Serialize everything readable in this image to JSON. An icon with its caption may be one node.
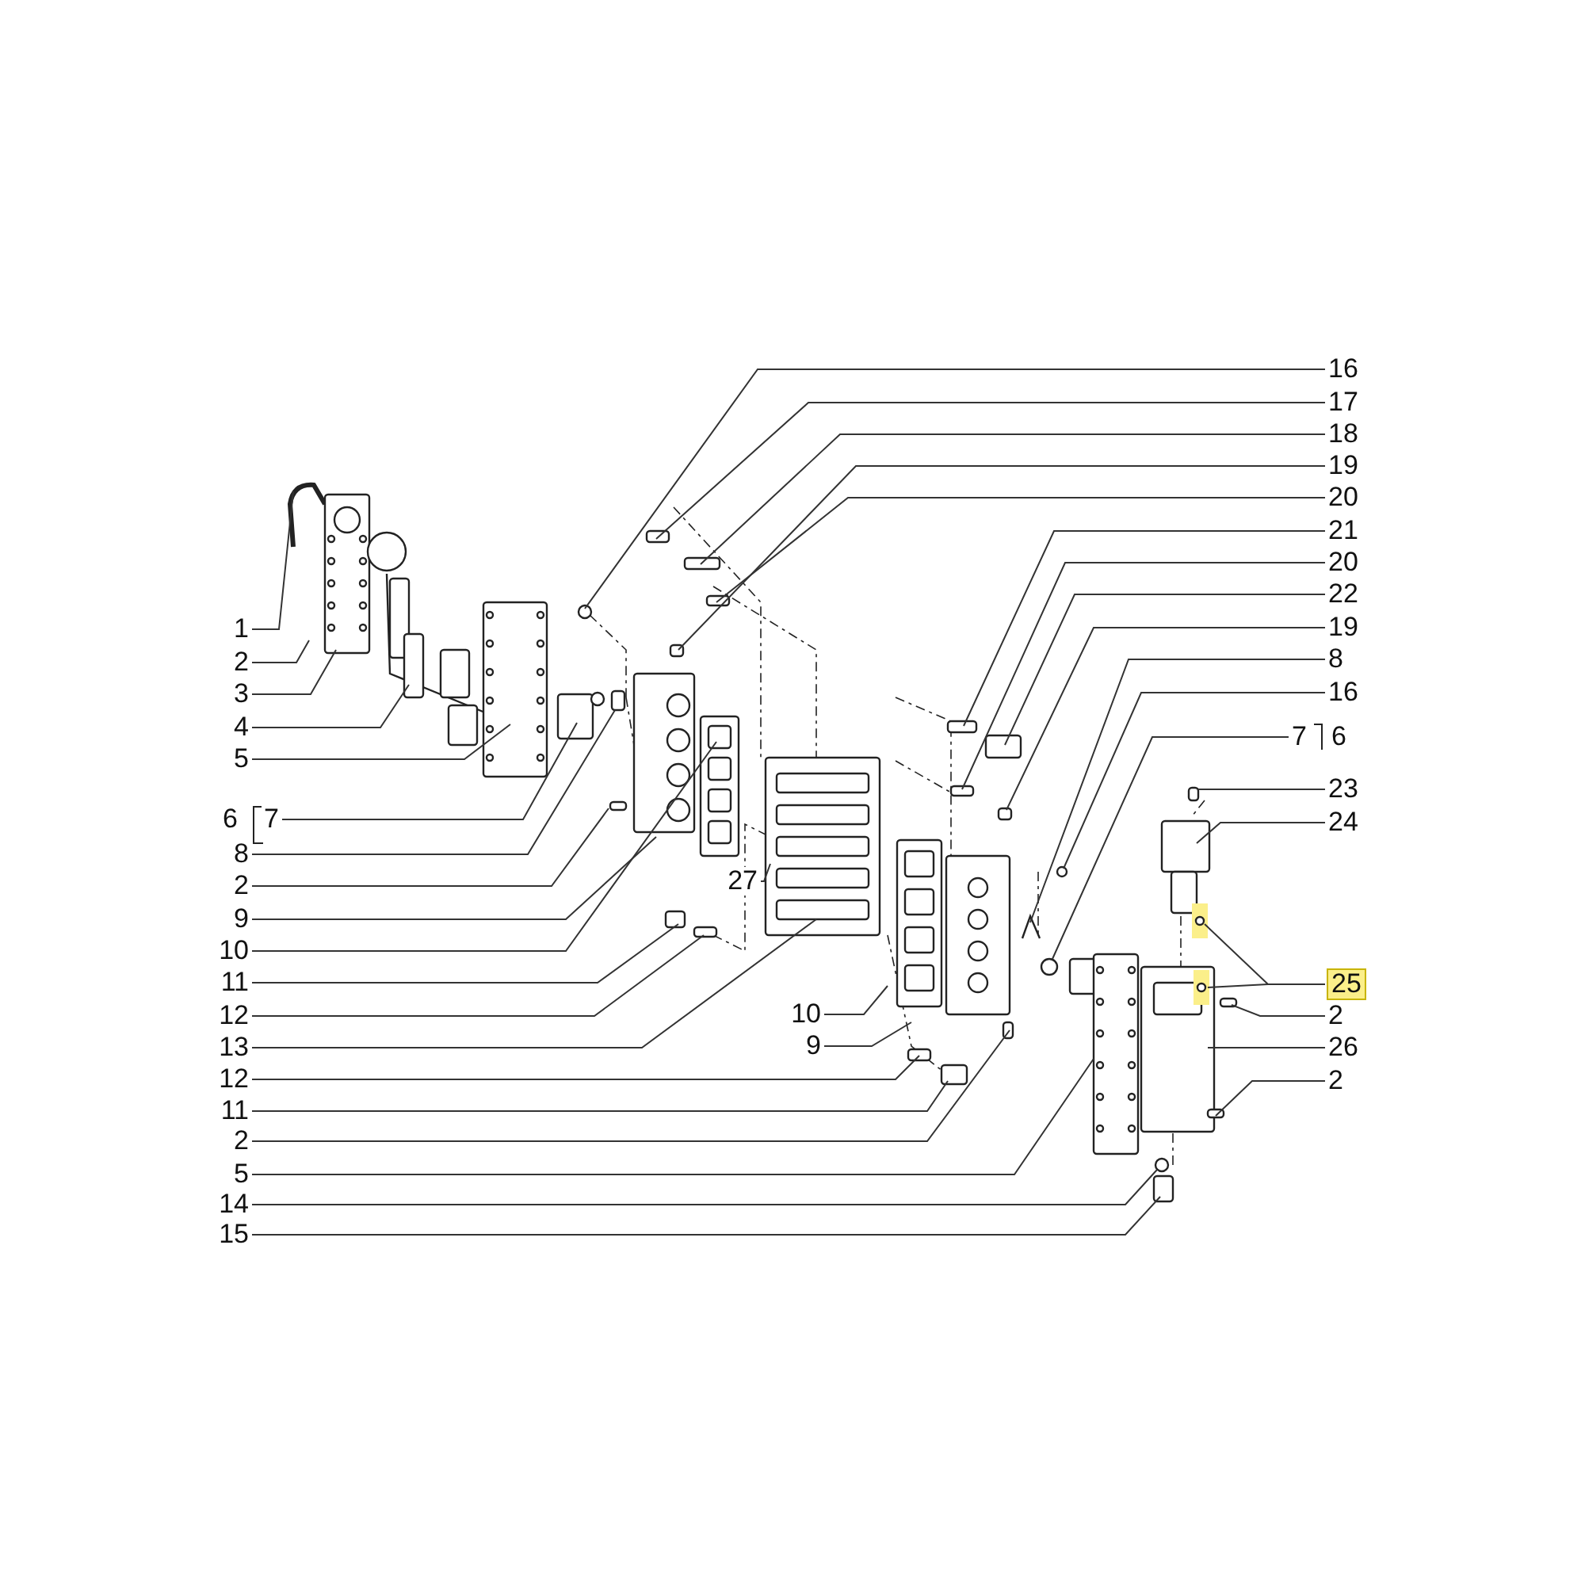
{
  "diagram": {
    "nodes": [
      {
        "text": [
          "1"
        ]
      },
      {
        "text": [
          "2"
        ]
      },
      {
        "text": [
          "3"
        ]
      },
      {
        "text": [
          "4"
        ]
      },
      {
        "text": [
          "5"
        ]
      },
      {
        "text": [
          "7"
        ]
      },
      {
        "text": [
          "8"
        ]
      },
      {
        "text": [
          "2"
        ]
      },
      {
        "text": [
          "9"
        ]
      },
      {
        "text": [
          "10"
        ]
      },
      {
        "text": [
          "11"
        ]
      },
      {
        "text": [
          "12"
        ]
      },
      {
        "text": [
          "13"
        ]
      },
      {
        "text": [
          "12"
        ]
      },
      {
        "text": [
          "11"
        ]
      },
      {
        "text": [
          "2"
        ]
      },
      {
        "text": [
          "5"
        ]
      },
      {
        "text": [
          "14"
        ]
      },
      {
        "text": [
          "15"
        ]
      },
      {
        "text": [
          "16"
        ]
      },
      {
        "text": [
          "17"
        ]
      },
      {
        "text": [
          "18"
        ]
      },
      {
        "text": [
          "19"
        ]
      },
      {
        "text": [
          "20"
        ]
      },
      {
        "text": [
          "21"
        ]
      },
      {
        "text": [
          "20"
        ]
      },
      {
        "text": [
          "22"
        ]
      },
      {
        "text": [
          "19"
        ]
      },
      {
        "text": [
          "8"
        ]
      },
      {
        "text": [
          "16"
        ]
      },
      {
        "text": [
          "7"
        ]
      },
      {
        "text": [
          "23"
        ]
      },
      {
        "text": [
          "24"
        ]
      },
      {
        "text": [
          "25"
        ]
      },
      {
        "text": [
          "2"
        ]
      },
      {
        "text": [
          "26"
        ]
      },
      {
        "text": [
          "2"
        ]
      },
      {
        "text": [
          "27"
        ]
      },
      {
        "text": [
          "10"
        ]
      },
      {
        "text": [
          "9"
        ]
      }
    ],
    "edges": [
      {
        "from": 0,
        "to": null,
        "arrow": "none"
      },
      {
        "from": 1,
        "to": null,
        "arrow": "none"
      },
      {
        "from": 2,
        "to": null,
        "arrow": "none"
      },
      {
        "from": 3,
        "to": null,
        "arrow": "none"
      },
      {
        "from": 4,
        "to": null,
        "arrow": "none"
      },
      {
        "from": 5,
        "to": null,
        "arrow": "none"
      },
      {
        "from": 6,
        "to": null,
        "arrow": "none"
      },
      {
        "from": 7,
        "to": null,
        "arrow": "none"
      },
      {
        "from": 8,
        "to": null,
        "arrow": "none"
      },
      {
        "from": 9,
        "to": null,
        "arrow": "none"
      },
      {
        "from": 10,
        "to": null,
        "arrow": "none"
      },
      {
        "from": 11,
        "to": null,
        "arrow": "none"
      },
      {
        "from": 12,
        "to": null,
        "arrow": "none"
      },
      {
        "from": 13,
        "to": null,
        "arrow": "none"
      },
      {
        "from": 14,
        "to": null,
        "arrow": "none"
      },
      {
        "from": 15,
        "to": null,
        "arrow": "none"
      },
      {
        "from": 16,
        "to": null,
        "arrow": "none"
      },
      {
        "from": 17,
        "to": null,
        "arrow": "none"
      },
      {
        "from": 18,
        "to": null,
        "arrow": "none"
      },
      {
        "from": 19,
        "to": null,
        "arrow": "none"
      },
      {
        "from": 20,
        "to": null,
        "arrow": "none"
      },
      {
        "from": 21,
        "to": null,
        "arrow": "none"
      },
      {
        "from": 22,
        "to": null,
        "arrow": "none"
      },
      {
        "from": 23,
        "to": null,
        "arrow": "none"
      },
      {
        "from": 24,
        "to": null,
        "arrow": "none"
      },
      {
        "from": 25,
        "to": null,
        "arrow": "none"
      },
      {
        "from": 26,
        "to": null,
        "arrow": "none"
      },
      {
        "from": 27,
        "to": null,
        "arrow": "none"
      },
      {
        "from": 28,
        "to": null,
        "arrow": "none"
      },
      {
        "from": 29,
        "to": null,
        "arrow": "none"
      },
      {
        "from": 30,
        "to": null,
        "arrow": "none"
      },
      {
        "from": 31,
        "to": null,
        "arrow": "none"
      },
      {
        "from": 32,
        "to": null,
        "arrow": "none"
      },
      {
        "from": 33,
        "to": null,
        "arrow": "none"
      },
      {
        "from": 33,
        "to": null,
        "arrow": "none"
      },
      {
        "from": 34,
        "to": null,
        "arrow": "none"
      },
      {
        "from": 35,
        "to": null,
        "arrow": "none"
      },
      {
        "from": 36,
        "to": null,
        "arrow": "none"
      },
      {
        "from": 37,
        "to": null,
        "arrow": "none"
      },
      {
        "from": 38,
        "to": null,
        "arrow": "none"
      },
      {
        "from": 39,
        "to": null,
        "arrow": "none"
      }
    ],
    "labels": [
      "6",
      "6"
    ]
  }
}
